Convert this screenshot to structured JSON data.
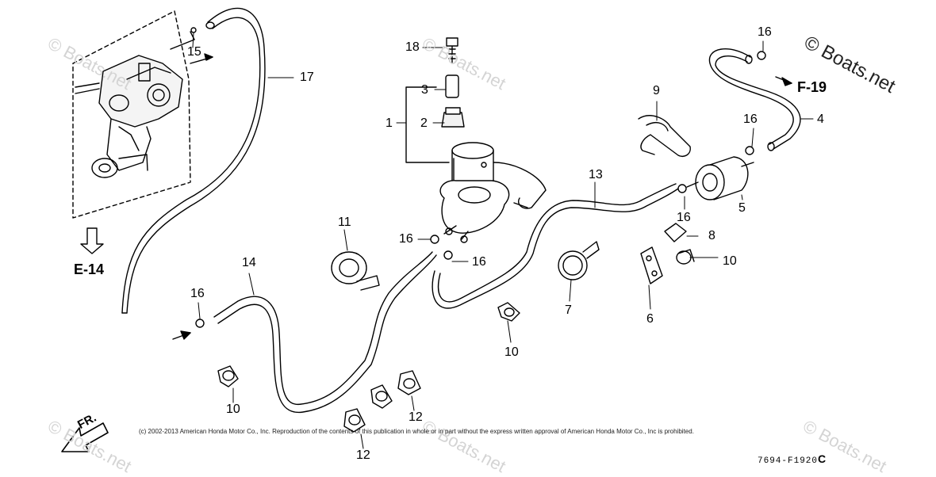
{
  "watermark": {
    "text": "© Boats.net",
    "repeat_text": "© Boats.net"
  },
  "copyright": "(c) 2002-2013 American Honda Motor Co., Inc. Reproduction of the contents of this publication in whole or in part without the express written approval of American Honda Motor Co., Inc is prohibited.",
  "figure_code": {
    "text": "7694-F1920",
    "revision": "C"
  },
  "front_arrow": "FR.",
  "references": {
    "e14": "E-14",
    "f19": "F-19"
  },
  "callouts": {
    "c1": "1",
    "c2": "2",
    "c3": "3",
    "c4": "4",
    "c5": "5",
    "c6": "6",
    "c7": "7",
    "c8": "8",
    "c9": "9",
    "c10a": "10",
    "c10b": "10",
    "c10c": "10",
    "c11": "11",
    "c12a": "12",
    "c12b": "12",
    "c13": "13",
    "c14": "14",
    "c15": "15",
    "c16a": "16",
    "c16b": "16",
    "c16c": "16",
    "c16d": "16",
    "c16e": "16",
    "c16f": "16",
    "c17": "17",
    "c18": "18"
  },
  "colors": {
    "line": "#000000",
    "watermark": "#d4d4d4"
  }
}
